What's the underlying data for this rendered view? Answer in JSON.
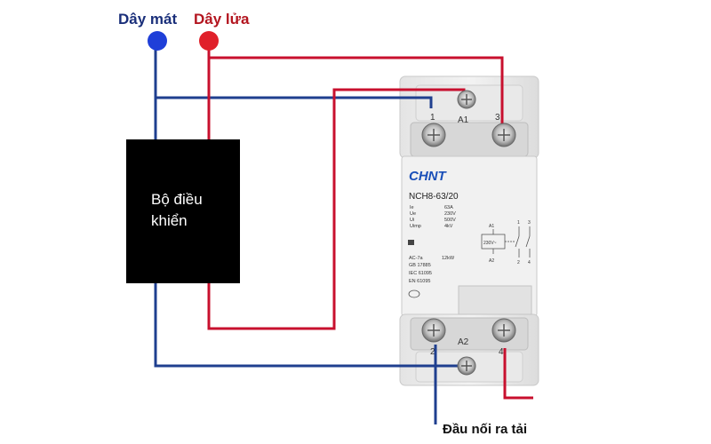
{
  "labels": {
    "neutral": "Dây mát",
    "live": "Dây lửa",
    "controller_line1": "Bộ điều",
    "controller_line2": "khiển",
    "load_output": "Đầu nối ra tải"
  },
  "contactor": {
    "brand": "CHNT",
    "model": "NCH8-63/20",
    "specs_left": [
      "Ie",
      "Ue",
      "Ui",
      "Uimp"
    ],
    "specs_right": [
      "63A",
      "230V",
      "500V",
      "4kV"
    ],
    "ac_row": [
      "AC-7a",
      "12kW"
    ],
    "standards": [
      "GB  17885",
      "IEC  61095",
      "EN  61095"
    ],
    "coil_voltage": "230V~",
    "terminals": {
      "a1": "A1",
      "a2": "A2",
      "t1": "1",
      "t2": "2",
      "t3": "3",
      "t4": "4"
    },
    "schematic": {
      "a1": "A1",
      "a2": "A2",
      "n1": "1",
      "n3": "3",
      "n2": "2",
      "n4": "4"
    }
  },
  "colors": {
    "neutral_wire": "#1f3f8f",
    "live_wire": "#c8102e",
    "neutral_dot": "#1f3fd8",
    "live_dot": "#e0202a",
    "controller_box": "#000000",
    "label_blue": "#1a2f7a",
    "label_red": "#b3151f"
  }
}
